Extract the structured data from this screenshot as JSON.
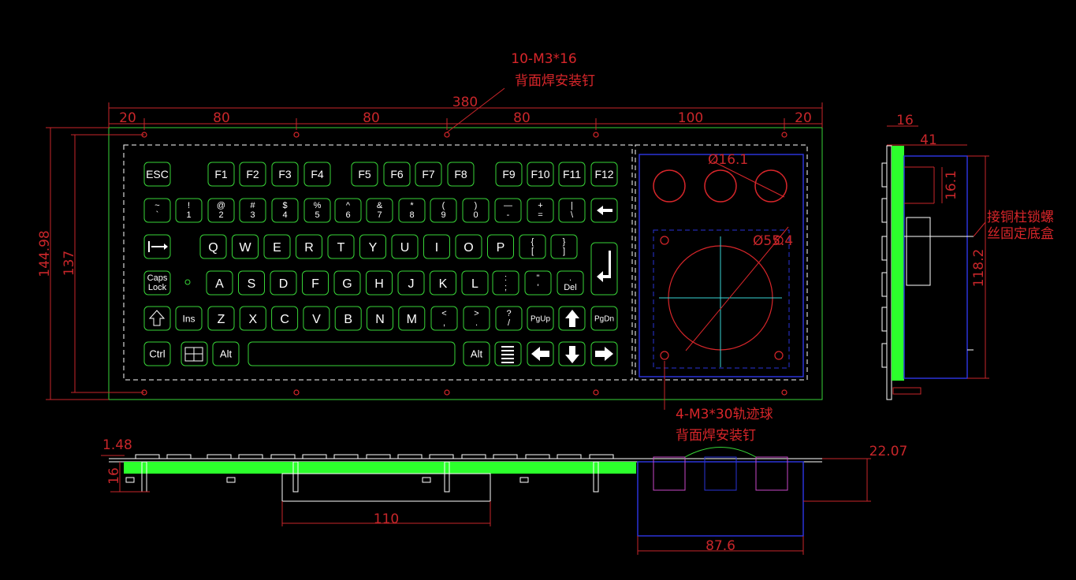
{
  "notes": {
    "top_callout_line1": "10-M3*16",
    "top_callout_line2": "背面焊安装钉",
    "trackball_callout_line1": "4-M3*30轨迹球",
    "trackball_callout_line2": "背面焊安装钉",
    "side_callout_line1": "接铜柱锁螺",
    "side_callout_line2": "丝固定底盒"
  },
  "dimensions": {
    "total_width": "380",
    "seg": [
      "20",
      "80",
      "80",
      "80",
      "100",
      "20"
    ],
    "height_outer": "144.98",
    "height_inner": "137",
    "ball_small": "Ø16.1",
    "ball_large": "Ø55.4",
    "side_16": "16",
    "side_41": "41",
    "side_161": "16.1",
    "side_1182": "118.2",
    "bottom_148": "1.48",
    "bottom_16": "16",
    "bottom_2207": "22.07",
    "bottom_110": "110",
    "bottom_876": "87.6"
  },
  "keyboard": {
    "row0": [
      "ESC",
      "F1",
      "F2",
      "F3",
      "F4",
      "F5",
      "F6",
      "F7",
      "F8",
      "F9",
      "F10",
      "F11",
      "F12"
    ],
    "row1": [
      [
        "~",
        "`"
      ],
      [
        "!",
        "1"
      ],
      [
        "@",
        "2"
      ],
      [
        "#",
        "3"
      ],
      [
        "$",
        "4"
      ],
      [
        "%",
        "5"
      ],
      [
        "^",
        "6"
      ],
      [
        "&",
        "7"
      ],
      [
        "*",
        "8"
      ],
      [
        "(",
        "9"
      ],
      [
        ")",
        "0"
      ],
      [
        "—",
        "-"
      ],
      [
        "+",
        "="
      ],
      [
        "|",
        "\\"
      ]
    ],
    "row2": [
      "Q",
      "W",
      "E",
      "R",
      "T",
      "Y",
      "U",
      "I",
      "O",
      "P"
    ],
    "row2_brackets": [
      [
        "{",
        "["
      ],
      [
        "}",
        "]"
      ]
    ],
    "row3": [
      "A",
      "S",
      "D",
      "F",
      "G",
      "H",
      "J",
      "K",
      "L"
    ],
    "row3_punct": [
      [
        ":",
        ";"
      ],
      [
        "\"",
        "'"
      ]
    ],
    "caps": [
      "Caps",
      "Lock"
    ],
    "del": [
      ".",
      "Del"
    ],
    "row4_letters": [
      "Z",
      "X",
      "C",
      "V",
      "B",
      "N",
      "M"
    ],
    "row4_punct": [
      [
        "<",
        ","
      ],
      [
        ">",
        "."
      ],
      [
        "?",
        "/"
      ]
    ],
    "ins": "Ins",
    "pgup": "PgUp",
    "pgdn": "PgDn",
    "ctrl": "Ctrl",
    "alt": "Alt"
  }
}
